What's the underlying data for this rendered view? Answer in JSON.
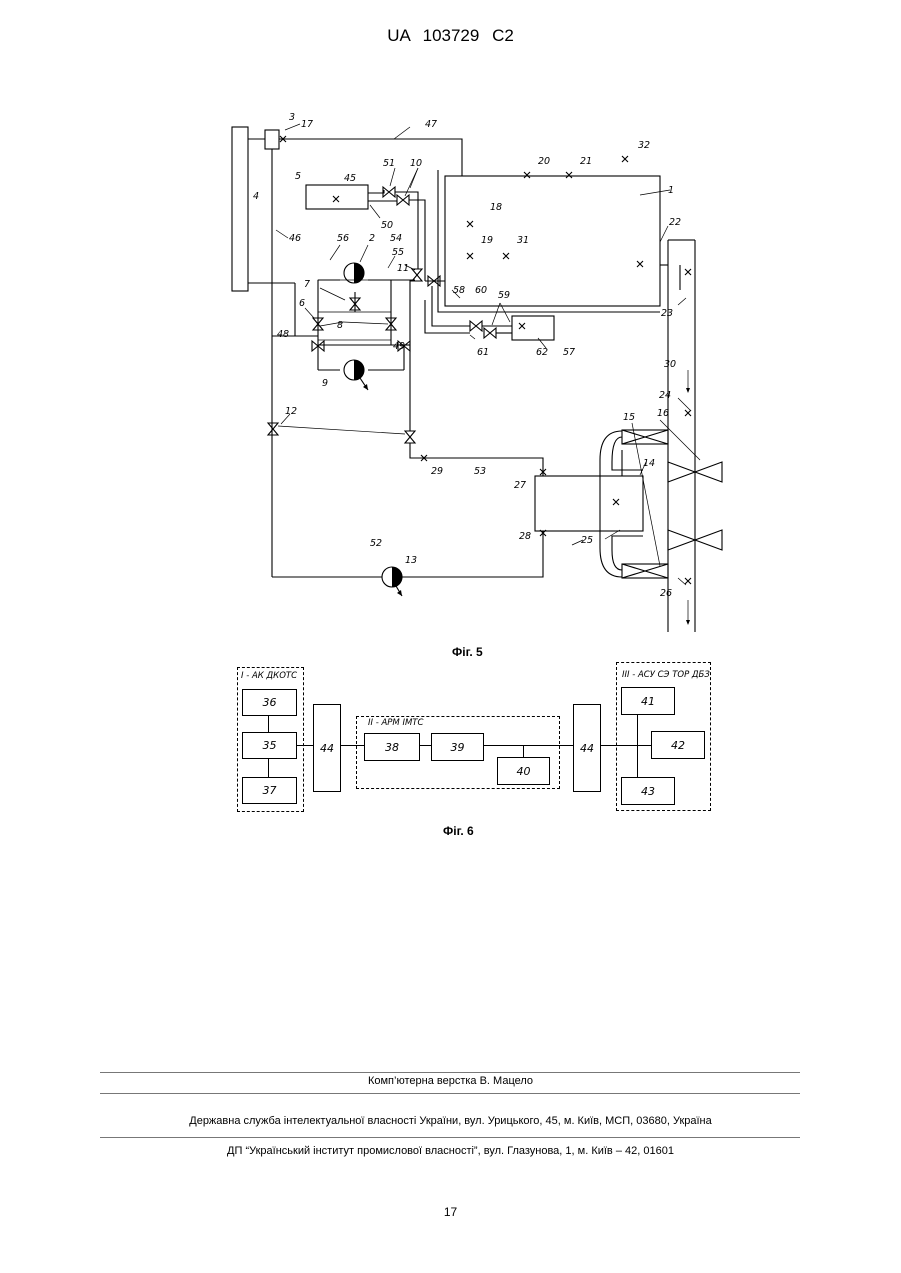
{
  "header": {
    "country": "UA",
    "number": "103729",
    "kind": "C2"
  },
  "fig5": {
    "caption": "Фіг. 5",
    "labels": [
      "1",
      "2",
      "3",
      "4",
      "5",
      "6",
      "7",
      "8",
      "9",
      "10",
      "11",
      "12",
      "13",
      "14",
      "15",
      "16",
      "17",
      "18",
      "19",
      "20",
      "21",
      "22",
      "23",
      "24",
      "25",
      "26",
      "27",
      "28",
      "29",
      "30",
      "31",
      "32",
      "45",
      "46",
      "47",
      "48",
      "49",
      "50",
      "51",
      "52",
      "53",
      "54",
      "55",
      "56",
      "57",
      "58",
      "59",
      "60",
      "61",
      "62"
    ]
  },
  "fig6": {
    "caption": "Фіг. 6",
    "groups": {
      "left": "I - АК ДКОТС",
      "middle": "II - АРМ ІМТС",
      "right": "III - АСУ СЭ ТОР ДБЗ"
    },
    "blocks": {
      "b36": "36",
      "b35": "35",
      "b37": "37",
      "b44a": "44",
      "b38": "38",
      "b39": "39",
      "b40": "40",
      "b44b": "44",
      "b41": "41",
      "b42": "42",
      "b43": "43"
    }
  },
  "footer": {
    "line1": "Комп’ютерна верстка В. Мацело",
    "line2": "Державна служба інтелектуальної власності України, вул. Урицького, 45, м. Київ, МСП, 03680, Україна",
    "line3": "ДП “Український інститут промислової власності”, вул. Глазунова, 1, м. Київ – 42, 01601"
  },
  "page_number": "17"
}
